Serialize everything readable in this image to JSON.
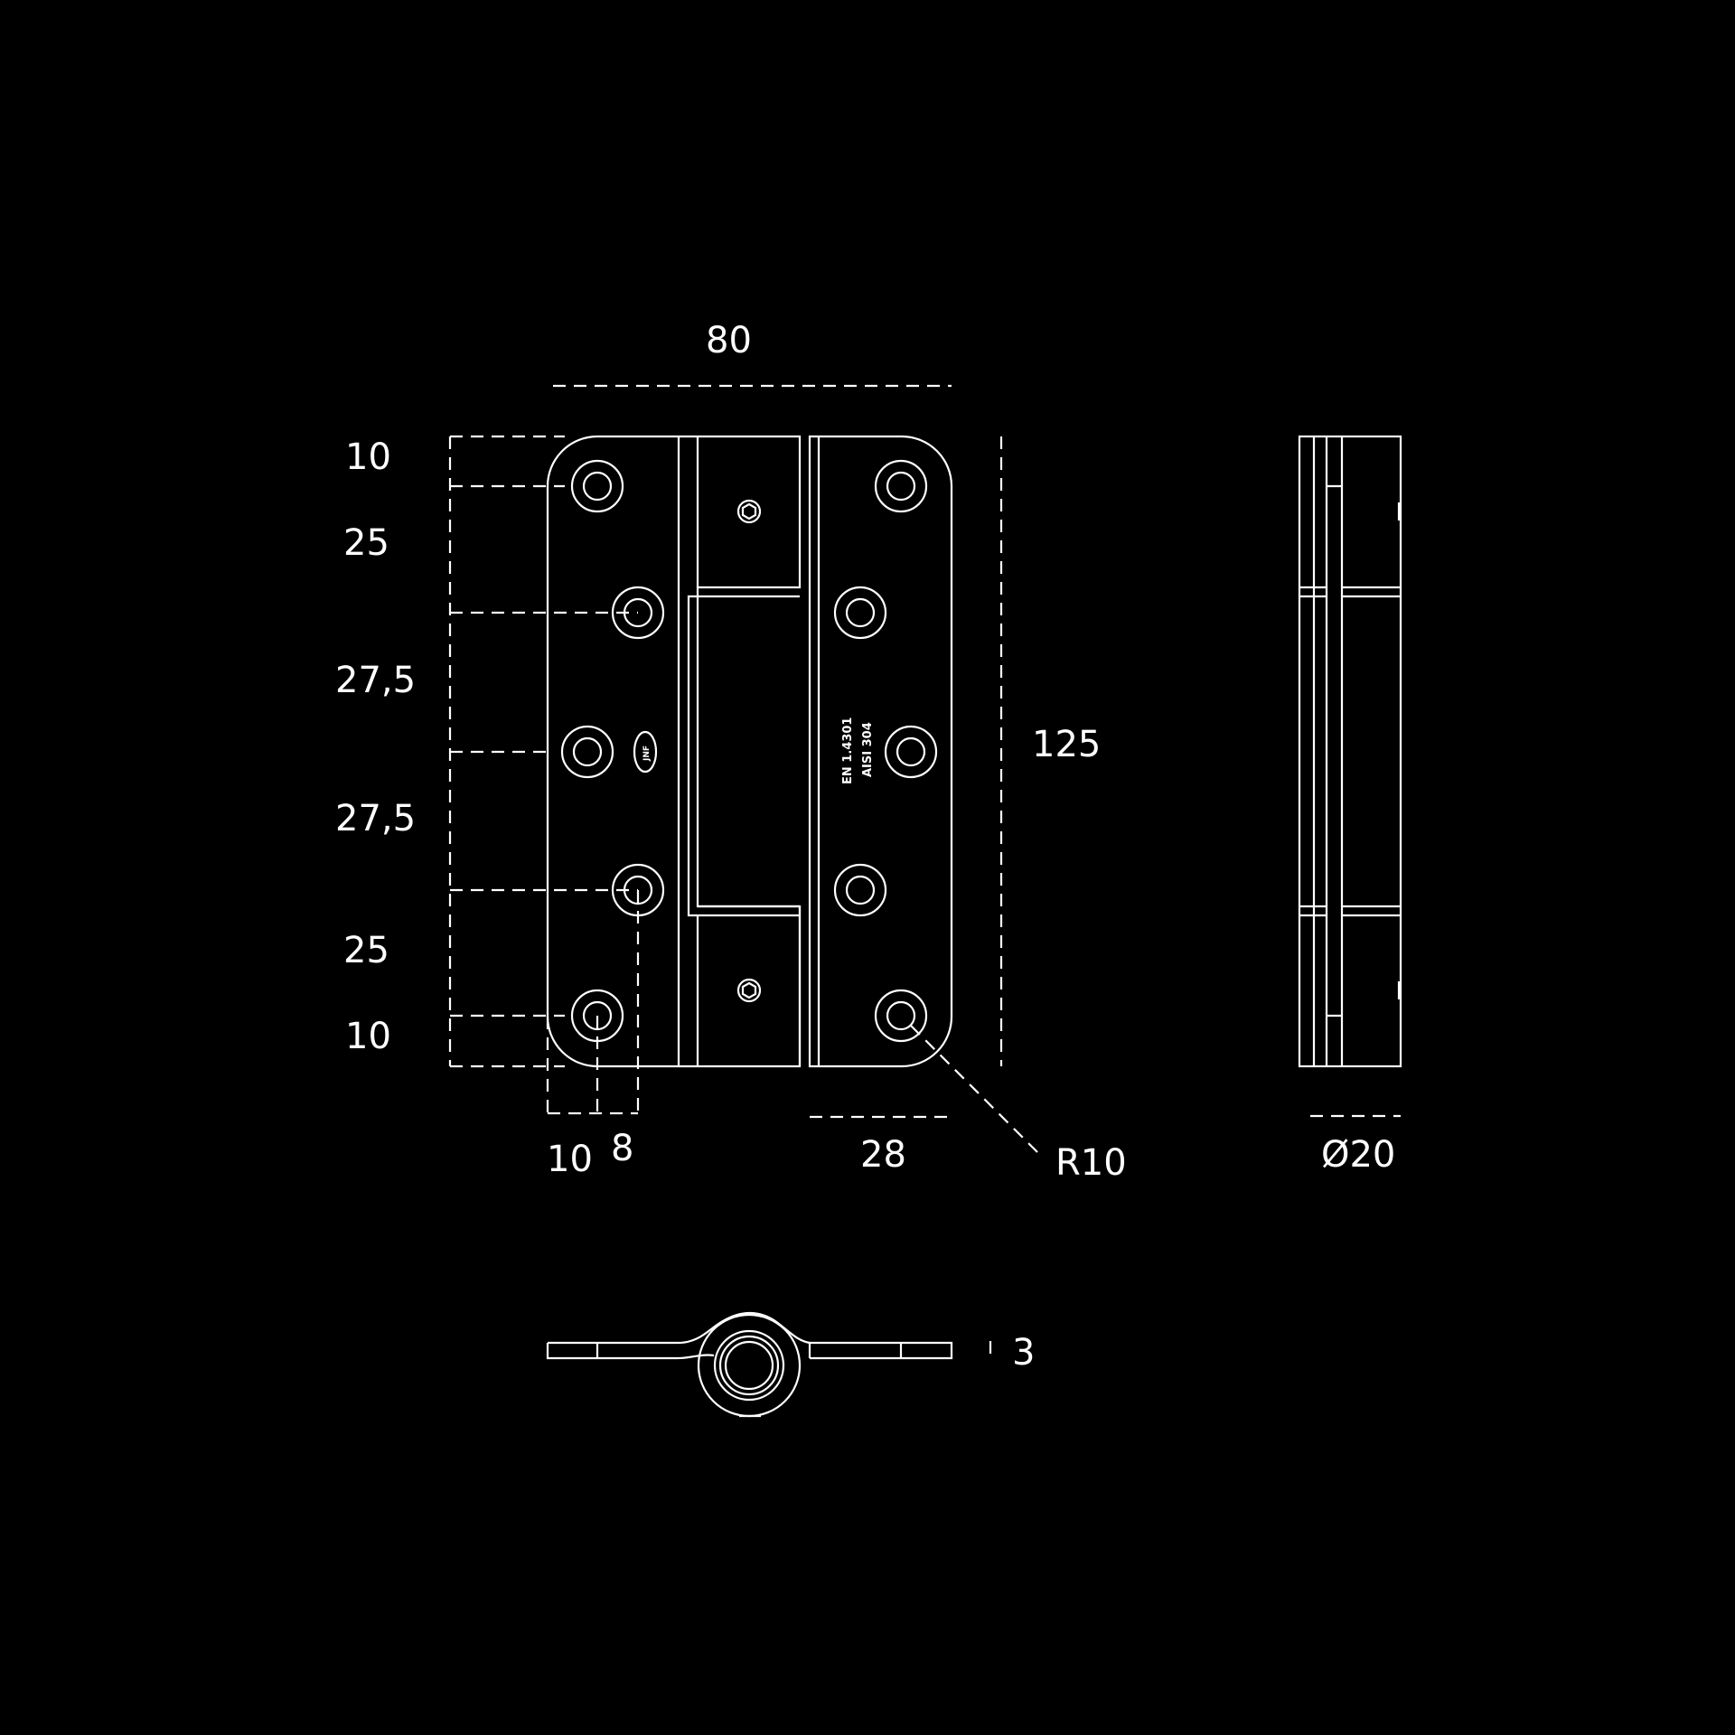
{
  "colors": {
    "background": "#000000",
    "line": "#ffffff"
  },
  "dimensions": {
    "width_total": "80",
    "height_total": "125",
    "vertical_spacing": [
      "10",
      "25",
      "27,5",
      "27,5",
      "25",
      "10"
    ],
    "edge_offset": "10",
    "hole_offset": "8",
    "leaf_width": "28",
    "corner_radius": "R10",
    "knuckle_diameter": "Ø20",
    "thickness": "3"
  },
  "stamp": {
    "line1": "EN 1.4301",
    "line2": "AISI 304"
  },
  "logo": {
    "text": "JNF"
  }
}
